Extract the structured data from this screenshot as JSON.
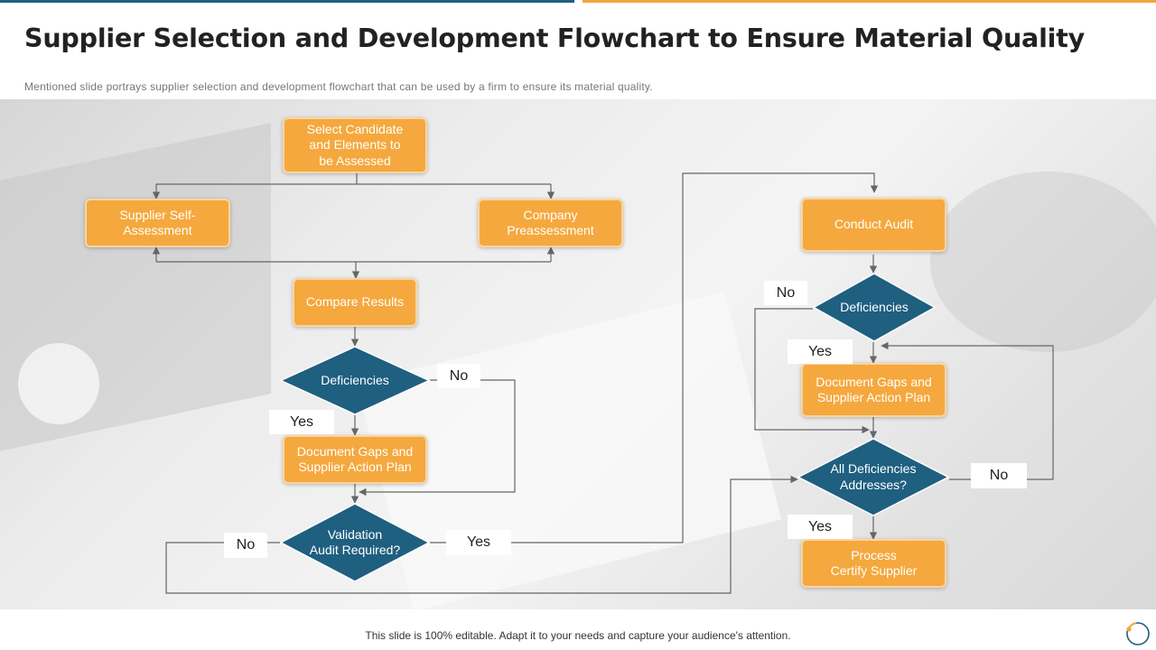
{
  "header": {
    "title": "Supplier Selection and Development Flowchart to Ensure Material Quality",
    "subtitle": "Mentioned slide portrays supplier selection and development flowchart that can be used by a firm to ensure its material quality."
  },
  "colors": {
    "box_fill": "#f5a83e",
    "diamond_fill": "#1f5f80",
    "connector": "#666666",
    "top_bar_left": "#1f5f80",
    "top_bar_right": "#f4a63a"
  },
  "flowchart": {
    "nodes": {
      "select_candidate": "Select Candidate\nand Elements to\nbe Assessed",
      "self_assessment": "Supplier Self-\nAssessment",
      "company_preassessment": "Company\nPreassessment",
      "compare_results": "Compare Results",
      "deficiencies_left": "Deficiencies",
      "document_gaps_left": "Document Gaps and\nSupplier Action Plan",
      "validation_audit": "Validation\nAudit Required?",
      "conduct_audit": "Conduct Audit",
      "deficiencies_right": "Deficiencies",
      "document_gaps_right": "Document Gaps and\nSupplier Action Plan",
      "all_addressed": "All Deficiencies\nAddresses?",
      "process_certify": "Process\nCertify Supplier"
    },
    "labels": {
      "no_left_deficiencies": "No",
      "yes_left_deficiencies": "Yes",
      "no_validation": "No",
      "yes_validation": "Yes",
      "no_right_deficiencies": "No",
      "yes_right_deficiencies": "Yes",
      "no_all_addressed": "No",
      "yes_all_addressed": "Yes"
    }
  },
  "footer": {
    "text": "This slide is 100% editable. Adapt it to your needs and capture your audience's attention."
  }
}
